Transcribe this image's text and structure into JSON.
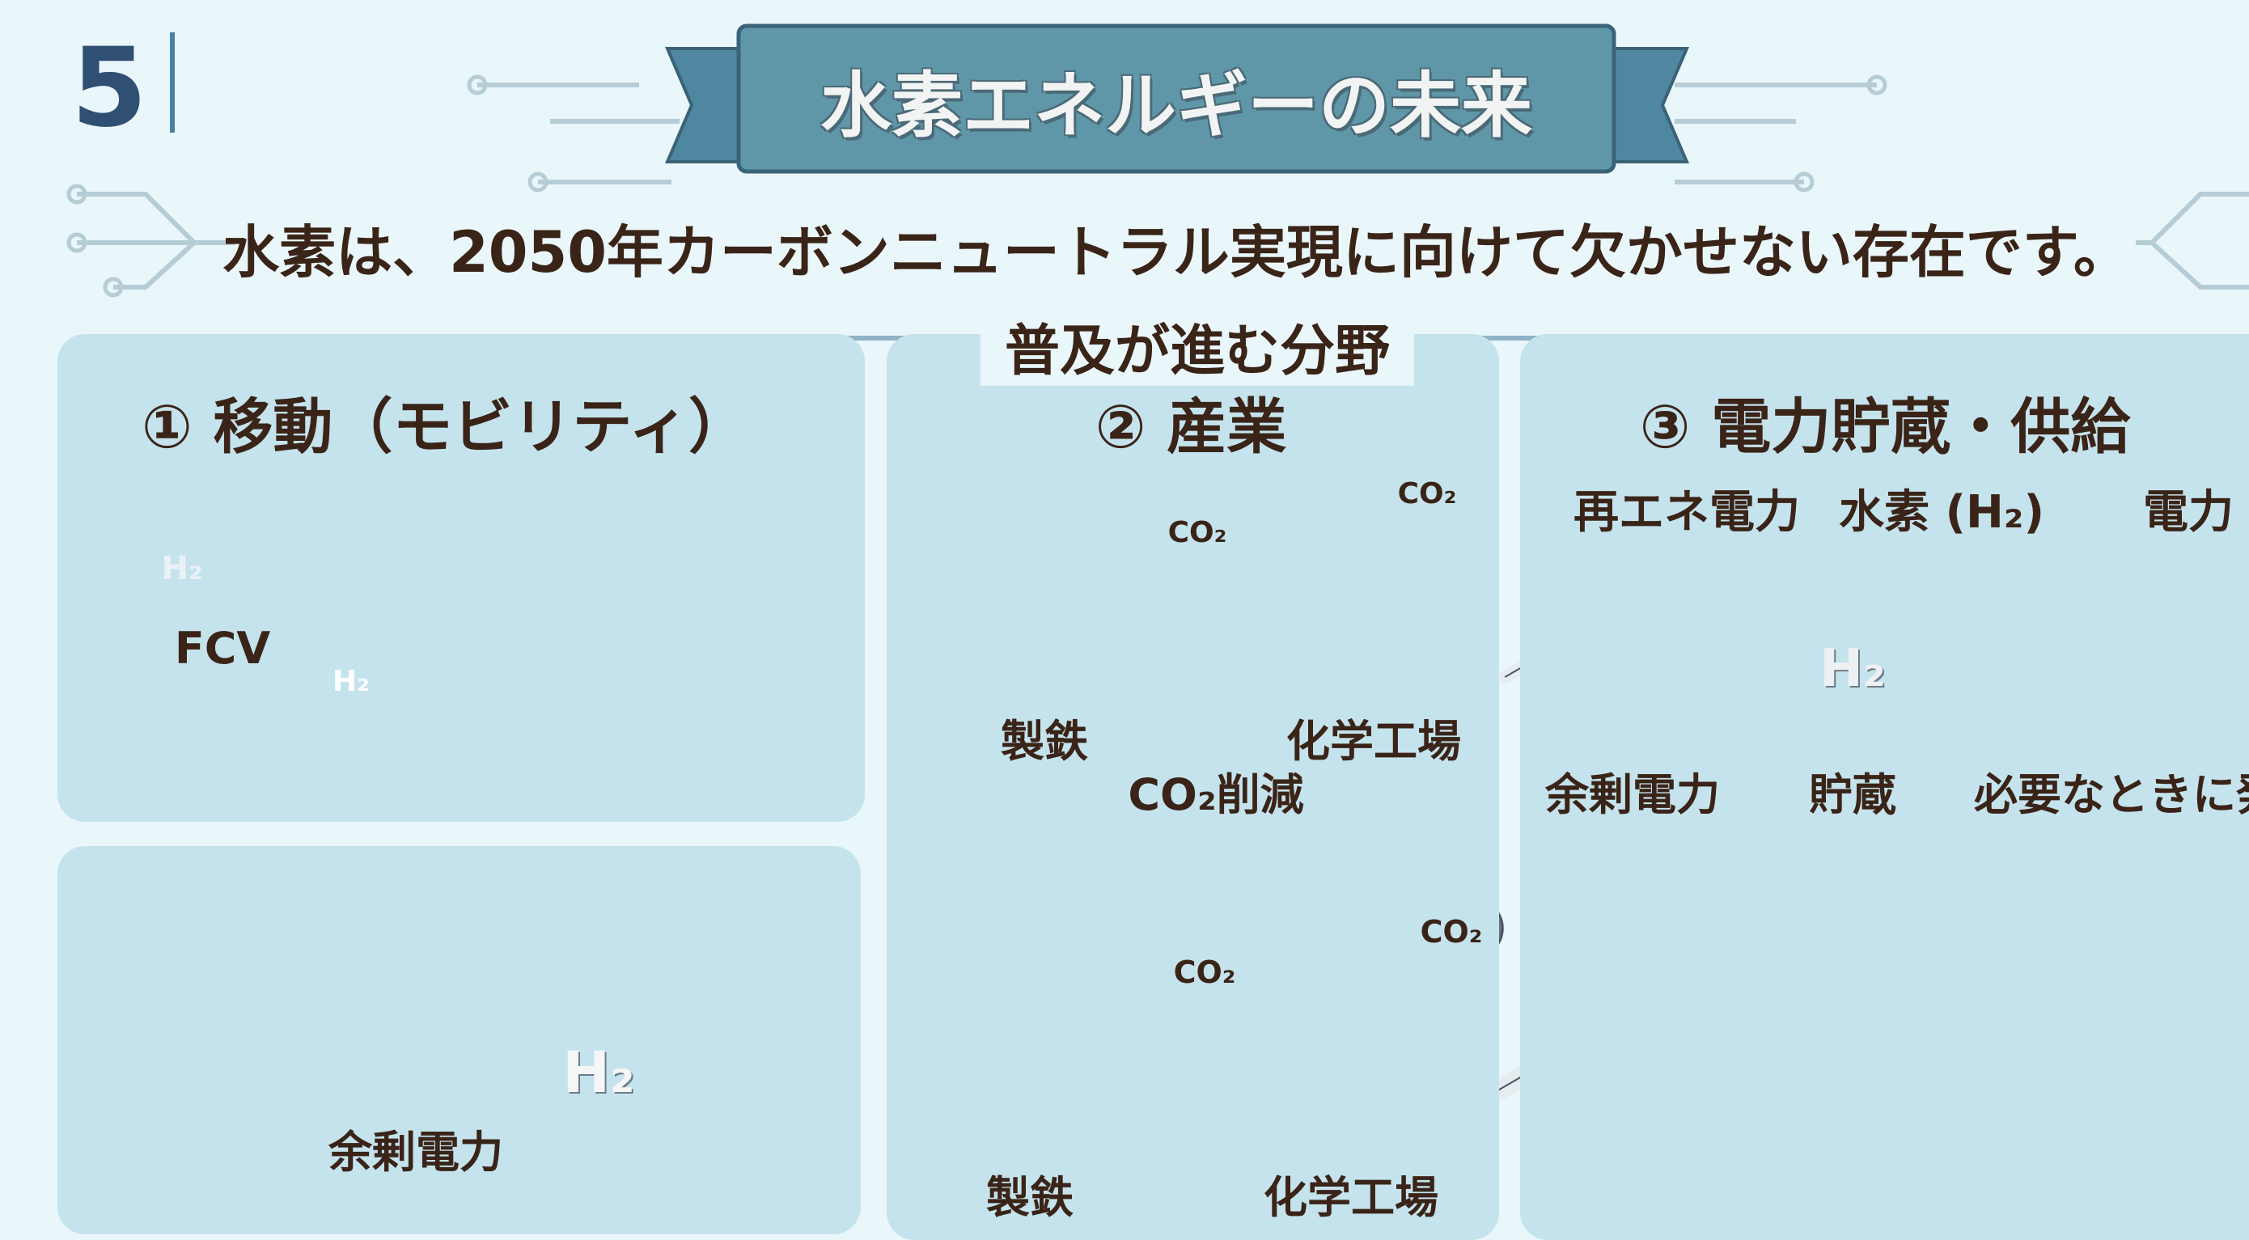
{
  "slide_number": "5",
  "title": "水素エネルギーの未来",
  "subtitle": "水素は、2050年カーボンニュートラル実現に向けて欠かせない存在です。",
  "section_heading": "普及が進む分野",
  "panels": [
    {
      "heading": "① 移動（モビリティ）",
      "labels": {
        "fcv": "FCV",
        "h2_badge": "H₂",
        "car_badge": "H₂"
      },
      "sub_panel": {
        "surplus_label": "余剰電力",
        "tank_label": "H₂"
      }
    },
    {
      "heading": "② 産業",
      "top": {
        "steel": "製鉄",
        "chemical": "化学工場",
        "co2_a": "CO₂",
        "co2_b": "CO₂"
      },
      "reduction": "CO₂削減",
      "bottom": {
        "steel": "製鉄",
        "chemical": "化学工場",
        "co2_a": "CO₂",
        "co2_b": "CO₂"
      }
    },
    {
      "heading": "③ 電力貯蔵・供給",
      "flow": [
        "再エネ電力",
        "水素 (H₂)",
        "電力"
      ],
      "steps": [
        "余剰電力",
        "貯蔵",
        "必要なときに発電"
      ],
      "tank_label": "H₂"
    }
  ],
  "colors": {
    "background": "#e9f6fa",
    "panel": "#c5e3ed",
    "banner": "#5f97a8",
    "text": "#3a2418",
    "accent_orange": "#e79a3a",
    "accent_red": "#d2684a"
  }
}
